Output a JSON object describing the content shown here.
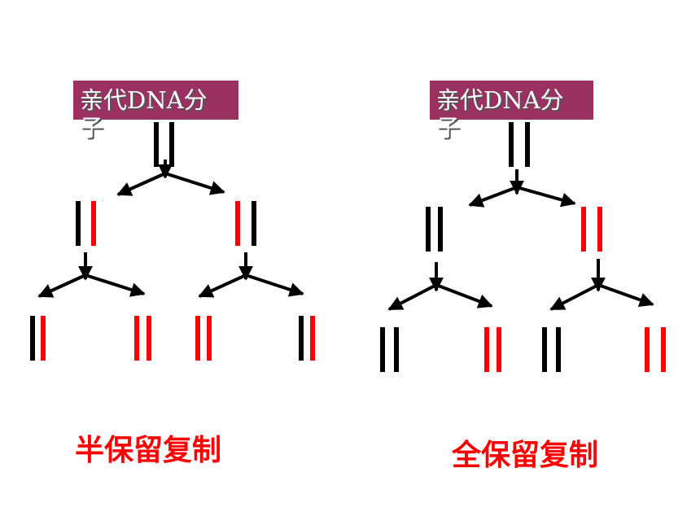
{
  "left_diagram": {
    "parent_label": "亲代DNA分",
    "parent_label_wrap": "子",
    "caption": "半保留复制"
  },
  "right_diagram": {
    "parent_label": "亲代DNA分",
    "parent_label_wrap": "子",
    "caption": "全保留复制"
  },
  "colors": {
    "label_bg": "#9a3160",
    "old_strand": "#000000",
    "new_strand": "#ff0000",
    "caption": "#ff0000"
  }
}
